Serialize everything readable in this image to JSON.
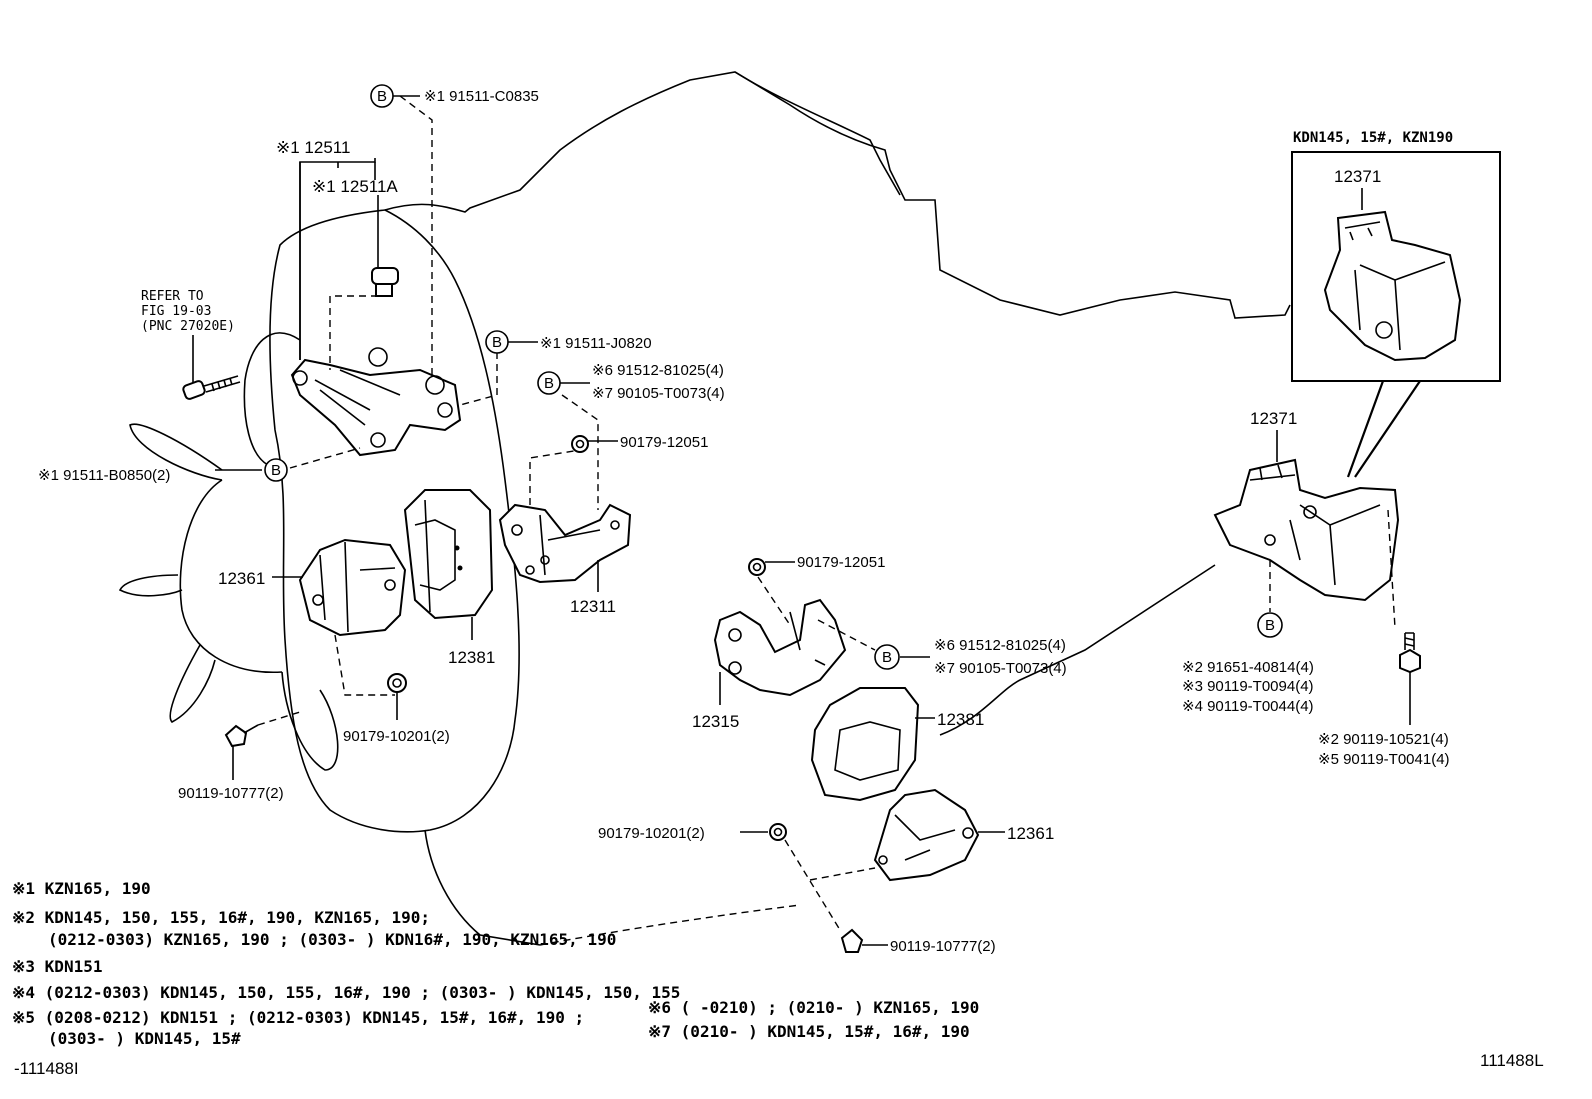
{
  "bolt_b_marker": "B",
  "callouts": {
    "c_91511_c0835": "※1 91511-C0835",
    "c_12511": "※1 12511",
    "c_12511a": "※1 12511A",
    "refer_to": [
      "REFER TO",
      "FIG 19-03",
      "(PNC 27020E)"
    ],
    "c_91511_j0820": "※1 91511-J0820",
    "c_91512_81025_a": "※6 91512-81025(4)",
    "c_90105_t0073_a": "※7 90105-T0073(4)",
    "c_90179_12051_a": "90179-12051",
    "c_91511_b0850": "※1 91511-B0850(2)",
    "c_12361_a": "12361",
    "c_12311": "12311",
    "c_12381_a": "12381",
    "c_90179_10201_a": "90179-10201(2)",
    "c_90119_10777_a": "90119-10777(2)",
    "c_90179_12051_b": "90179-12051",
    "c_91512_81025_b": "※6 91512-81025(4)",
    "c_90105_t0073_b": "※7 90105-T0073(4)",
    "c_12315": "12315",
    "c_12381_b": "12381",
    "c_90179_10201_b": "90179-10201(2)",
    "c_12361_b": "12361",
    "c_90119_10777_b": "90119-10777(2)",
    "c_12371_main": "12371",
    "c_91651_40814": "※2 91651-40814(4)",
    "c_90119_t0094": "※3 90119-T0094(4)",
    "c_90119_t0044": "※4 90119-T0044(4)",
    "c_90119_10521": "※2 90119-10521(4)",
    "c_90119_t0041": "※5 90119-T0041(4)"
  },
  "inset": {
    "title": "KDN145, 15#, KZN190",
    "part": "12371"
  },
  "notes": {
    "n1": "※1 KZN165, 190",
    "n2a": "※2 KDN145, 150, 155, 16#, 190, KZN165, 190;",
    "n2b": "(0212-0303) KZN165, 190 ; (0303-      ) KDN16#, 190, KZN165, 190",
    "n3": "※3 KDN151",
    "n4": "※4 (0212-0303) KDN145, 150, 155, 16#, 190 ; (0303-       ) KDN145, 150, 155",
    "n5a": "※5 (0208-0212) KDN151 ; (0212-0303) KDN145, 15#, 16#, 190 ;",
    "n5b": "(0303-      ) KDN145, 15#",
    "n6": "※6 (      -0210) ; (0210-       ) KZN165, 190",
    "n7": "※7 (0210-       ) KDN145, 15#, 16#, 190"
  },
  "footer": {
    "left_code": "-111488I",
    "right_code": "111488L"
  }
}
